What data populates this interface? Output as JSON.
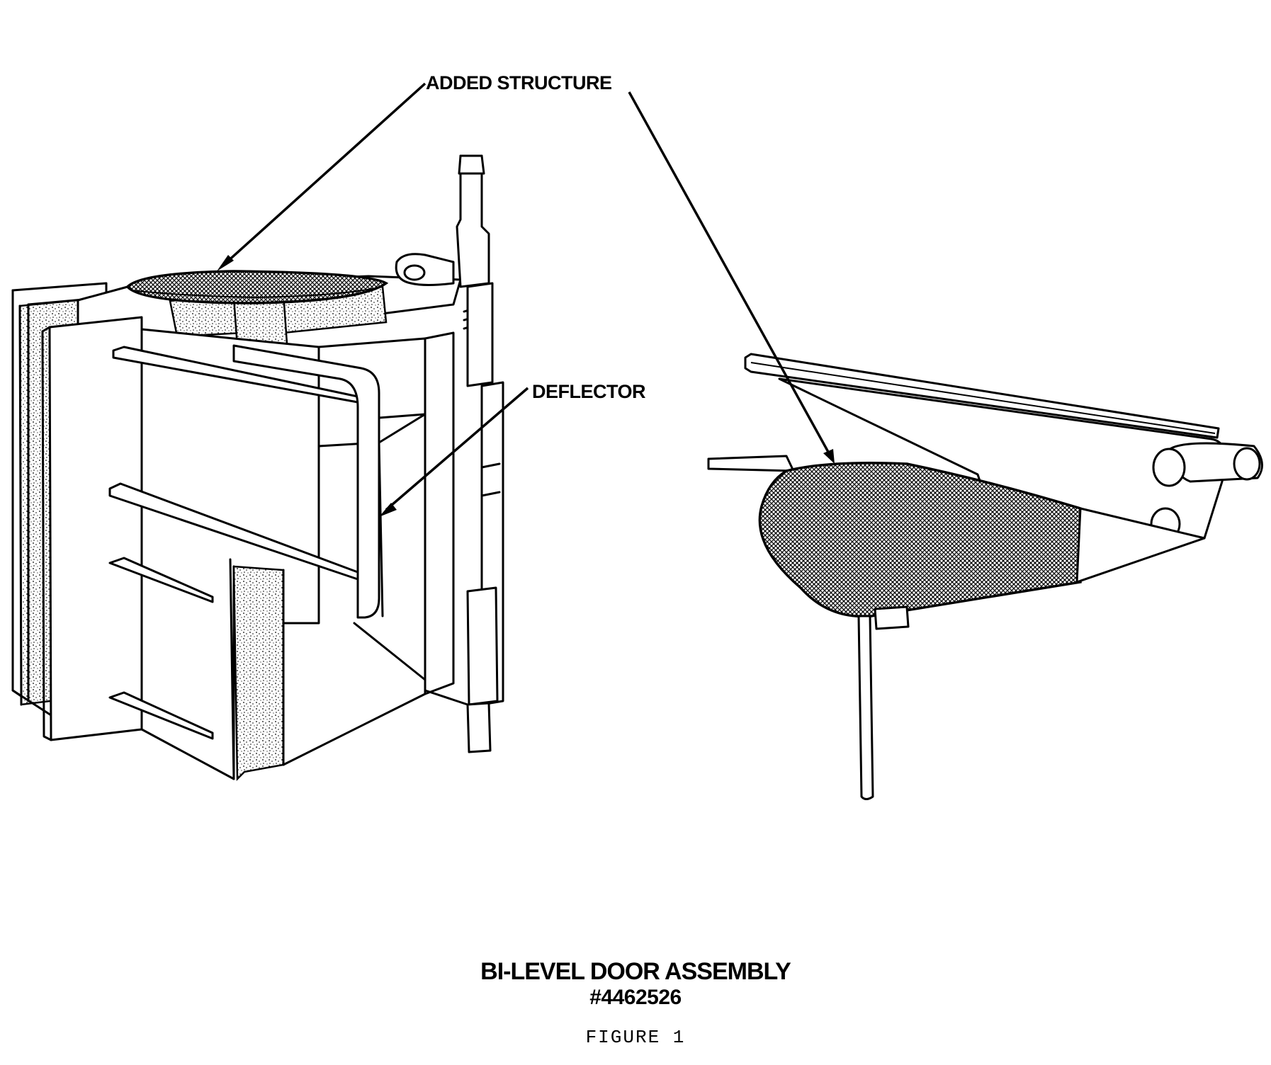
{
  "figure": {
    "callouts": {
      "added_structure": "ADDED STRUCTURE",
      "deflector": "DEFLECTOR"
    },
    "caption": {
      "title": "BI-LEVEL DOOR ASSEMBLY",
      "part_number": "#4462526",
      "figure_label": "FIGURE 1"
    },
    "colors": {
      "ink": "#000000",
      "paper": "#ffffff"
    }
  }
}
